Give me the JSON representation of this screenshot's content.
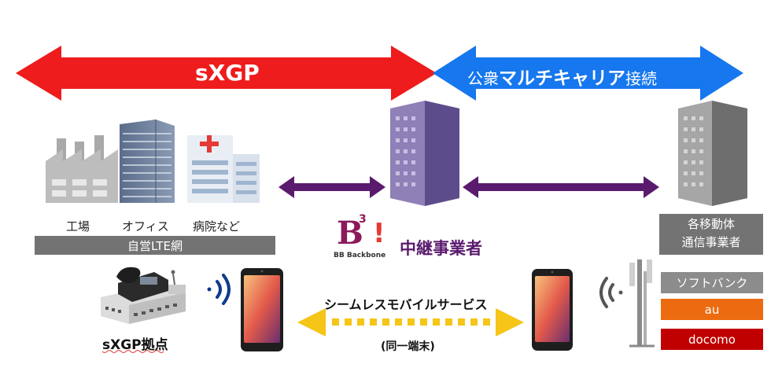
{
  "colors": {
    "red": "#ee1c1c",
    "blue": "#1677ee",
    "purple": "#5a1a6e",
    "gray_bar": "#737373",
    "softbank": "#8c8c8c",
    "au": "#ec6b10",
    "docomo": "#c00000",
    "dotted_arrow": "#f5c518"
  },
  "top": {
    "red_label": "sXGP",
    "blue_label_prefix": "公衆",
    "blue_label_bold": "マルチキャリア",
    "blue_label_suffix": "接続"
  },
  "left": {
    "factory_label": "工場",
    "office_label": "オフィス",
    "hospital_label": "病院など",
    "network_label": "自営LTE網",
    "station_label": "sXGP拠点"
  },
  "center": {
    "logo_letter": "B",
    "logo_sup": "3",
    "logo_exclaim": "!",
    "logo_sub": "BB Backbone",
    "relay_label": "中継事業者",
    "service_label": "シームレスモバイルサービス",
    "terminal_label": "(同一端末)"
  },
  "right": {
    "carrier_label_line1": "各移動体",
    "carrier_label_line2": "通信事業者",
    "carriers": [
      "ソフトバンク",
      "au",
      "docomo"
    ]
  }
}
